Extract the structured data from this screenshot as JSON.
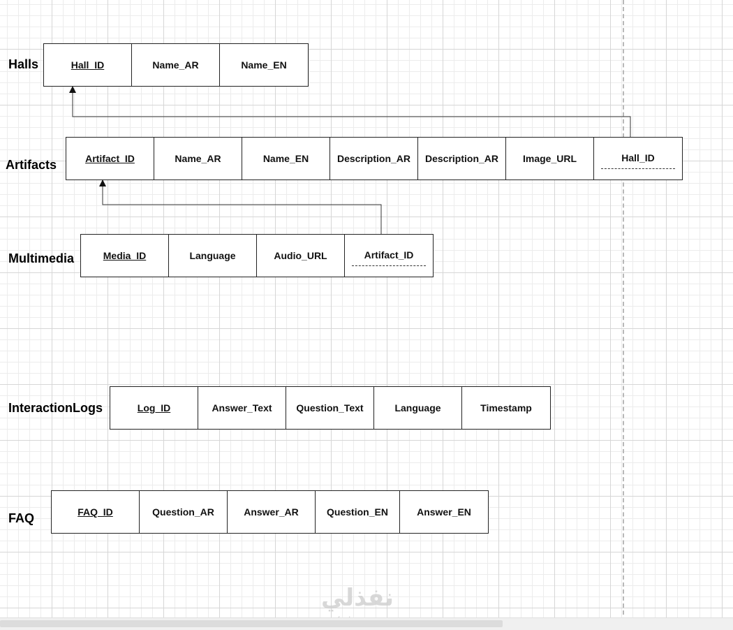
{
  "tables": {
    "halls": {
      "label": "Halls",
      "fields": [
        "Hall_ID",
        "Name_AR",
        "Name_EN"
      ]
    },
    "artifacts": {
      "label": "Artifacts",
      "fields": [
        "Artifact_ID",
        "Name_AR",
        "Name_EN",
        "Description_AR",
        "Description_AR",
        "Image_URL",
        "Hall_ID"
      ]
    },
    "multimedia": {
      "label": "Multimedia",
      "fields": [
        "Media_ID",
        "Language",
        "Audio_URL",
        "Artifact_ID"
      ]
    },
    "interaction_logs": {
      "label": "InteractionLogs",
      "fields": [
        "Log_ID",
        "Answer_Text",
        "Question_Text",
        "Language",
        "Timestamp"
      ]
    },
    "faq": {
      "label": "FAQ",
      "fields": [
        "FAQ_ID",
        "Question_AR",
        "Answer_AR",
        "Question_EN",
        "Answer_EN"
      ]
    }
  },
  "relationships": [
    {
      "from": "Artifacts.Hall_ID",
      "to": "Halls.Hall_ID"
    },
    {
      "from": "Multimedia.Artifact_ID",
      "to": "Artifacts.Artifact_ID"
    }
  ],
  "watermark": {
    "text": "نفذلي",
    "subtext": "nafezly.com"
  },
  "colors": {
    "grid_major": "#d6d6d6",
    "grid_minor": "#ececec",
    "border": "#222222",
    "connector": "#333333"
  }
}
